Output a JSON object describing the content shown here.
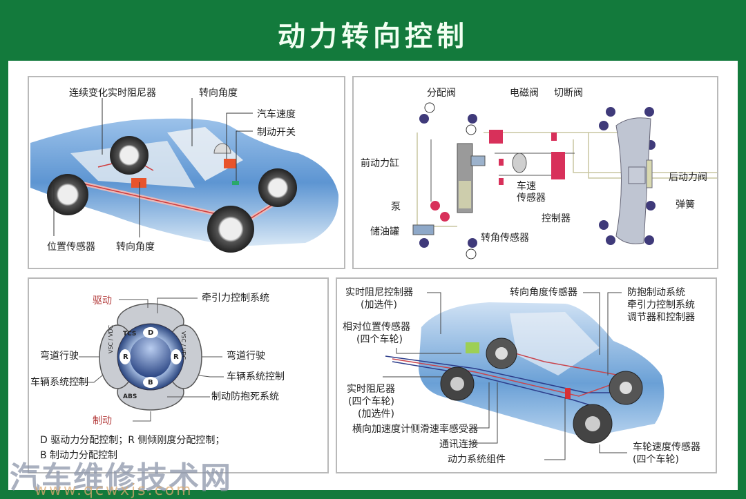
{
  "title": "动力转向控制",
  "colors": {
    "frame_green": "#137a3c",
    "car_blue": "#6fa3d8",
    "component_red": "#d8305a",
    "wire_red": "#d03030",
    "label_red": "#b33a3a"
  },
  "panel_top_left": {
    "labels": {
      "damper": "连续变化实时阻尼器",
      "steer_angle_top": "转向角度",
      "vehicle_speed": "汽车速度",
      "brake_switch": "制动开关",
      "position_sensor": "位置传感器",
      "steer_angle_bottom": "转向角度"
    }
  },
  "panel_top_right": {
    "labels": {
      "distribution_valve": "分配阀",
      "solenoid_valve": "电磁阀",
      "cutoff_valve": "切断阀",
      "front_cylinder": "前动力缸",
      "speed_sensor": "车速\n传感器",
      "speed_sensor_1": "车速",
      "speed_sensor_2": "传感器",
      "pump": "泵",
      "reservoir": "储油罐",
      "angle_sensor": "转角传感器",
      "controller": "控制器",
      "rear_valve": "后动力阀",
      "spring": "弹簧"
    }
  },
  "panel_bottom_left": {
    "labels": {
      "drive": "驱动",
      "tcs_system": "牵引力控制系统",
      "cornering_left": "弯道行驶",
      "cornering_right": "弯道行驶",
      "vehicle_control_left": "车辆系统控制",
      "vehicle_control_right": "车辆系统控制",
      "abs_system": "制动防抱死系统",
      "brake": "制动"
    },
    "ring_tags": {
      "top": "TCS",
      "bottom": "ABS",
      "left": "VSC / VDC",
      "right": "VSC / VDC"
    },
    "inner_tags": {
      "top": "D",
      "left": "R",
      "right": "R",
      "bottom": "B"
    },
    "legend_line1": "D  驱动力分配控制；R  侧倾刚度分配控制；",
    "legend_line2": "B  制动力分配控制"
  },
  "panel_bottom_right": {
    "labels": {
      "damper_ctrl_1": "实时阻尼控制器",
      "damper_ctrl_2": "(加选件)",
      "rel_pos_1": "相对位置传感器",
      "rel_pos_2": "(四个车轮)",
      "damper_1": "实时阻尼器",
      "damper_2": "(四个车轮)",
      "damper_3": "(加选件)",
      "lateral_accel": "横向加速度计侧滑速率感受器",
      "comm_link": "通讯连接",
      "powertrain": "动力系统组件",
      "steer_sensor": "转向角度传感器",
      "abs_1": "防抱制动系统",
      "abs_2": "牵引力控制系统",
      "abs_3": "调节器和控制器",
      "wheel_speed_1": "车轮速度传感器",
      "wheel_speed_2": "(四个车轮)"
    }
  },
  "watermark": {
    "cn": "汽车维修技术网",
    "url": "www.qcwxjs.com"
  }
}
